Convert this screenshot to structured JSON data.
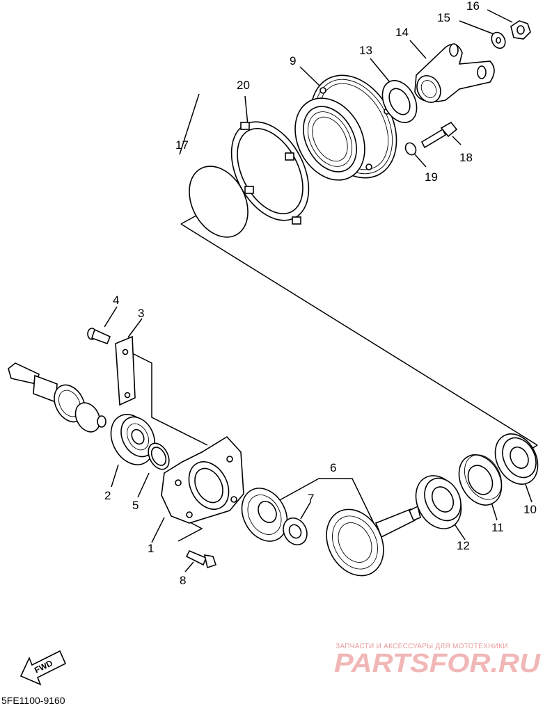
{
  "diagram": {
    "callouts": [
      "1",
      "2",
      "3",
      "4",
      "5",
      "6",
      "7",
      "8",
      "9",
      "10",
      "11",
      "12",
      "13",
      "14",
      "15",
      "16",
      "17",
      "18",
      "19",
      "20"
    ],
    "direction_badge": "FWD",
    "part_code": "5FE1100-9160"
  },
  "watermark": {
    "tagline": "ЗАПЧАСТИ И АКСЕССУАРЫ ДЛЯ МОТОТЕХНИКИ",
    "brand": "PARTSFOR.RU",
    "color": "#f1b7b7"
  }
}
